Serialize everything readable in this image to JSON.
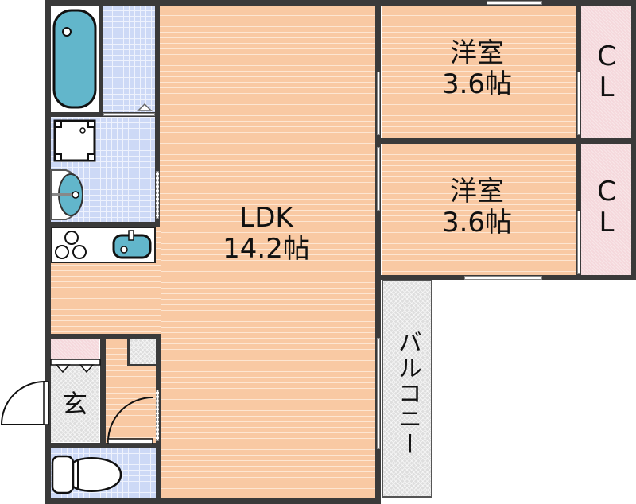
{
  "floorplan": {
    "rooms": [
      {
        "id": "ldk",
        "name": "LDK",
        "size": "14.2帖"
      },
      {
        "id": "bedroom1",
        "name": "洋室",
        "size": "3.6帖"
      },
      {
        "id": "bedroom2",
        "name": "洋室",
        "size": "3.6帖"
      },
      {
        "id": "closet1",
        "name_line1": "C",
        "name_line2": "L"
      },
      {
        "id": "closet2",
        "name_line1": "C",
        "name_line2": "L"
      },
      {
        "id": "entrance",
        "name": "玄"
      },
      {
        "id": "balcony",
        "name": "バルコニー"
      }
    ],
    "fixtures": [
      "bathtub-icon",
      "washing-machine-icon",
      "washbasin-icon",
      "stove-icon",
      "kitchen-sink-icon",
      "toilet-icon",
      "door-swing-icon"
    ],
    "colors": {
      "wall": "#3a3a3a",
      "floor_wood": "#f9c9a3",
      "tile_blue": "#cdd9f6",
      "closet_pink": "#f5d8dc",
      "balcony_gray": "#dedede",
      "fixture_blue": "#62b6cb"
    }
  }
}
